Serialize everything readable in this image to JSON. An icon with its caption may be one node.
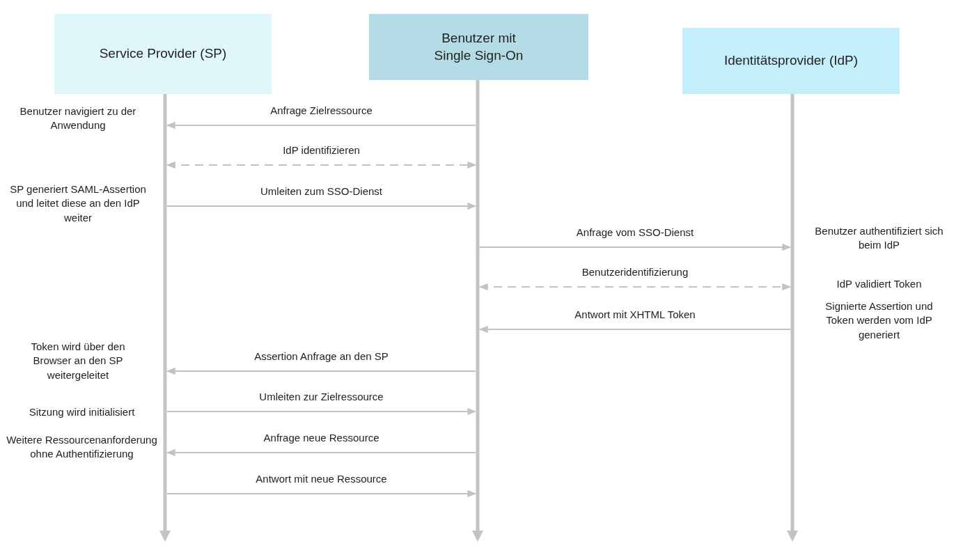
{
  "diagram": {
    "nodes": [
      {
        "text": [
          "Service Provider (SP)"
        ]
      },
      {
        "text": [
          "Benutzer mit Single Sign-On"
        ]
      },
      {
        "text": [
          "Identitätsprovider (IdP)"
        ]
      }
    ],
    "edges": [
      {
        "from": 1,
        "to": 0,
        "arrow": "to",
        "label": "Anfrage Zielressource"
      },
      {
        "from": 0,
        "to": 1,
        "arrow": "both",
        "label": "IdP identifizieren",
        "style": "dashed"
      },
      {
        "from": 0,
        "to": 1,
        "arrow": "to",
        "label": "Umleiten zum SSO-Dienst"
      },
      {
        "from": 1,
        "to": 2,
        "arrow": "to",
        "label": "Anfrage vom SSO-Dienst"
      },
      {
        "from": 1,
        "to": 2,
        "arrow": "both",
        "label": "Benutzeridentifizierung",
        "style": "dashed"
      },
      {
        "from": 2,
        "to": 1,
        "arrow": "to",
        "label": "Antwort mit XHTML Token"
      },
      {
        "from": 1,
        "to": 0,
        "arrow": "to",
        "label": "Assertion Anfrage an den SP"
      },
      {
        "from": 0,
        "to": 1,
        "arrow": "to",
        "label": "Umleiten zur Zielressource"
      },
      {
        "from": 1,
        "to": 0,
        "arrow": "to",
        "label": "Anfrage neue Ressource"
      },
      {
        "from": 0,
        "to": 1,
        "arrow": "to",
        "label": "Antwort mit neue Ressource"
      }
    ],
    "labels": [
      "Benutzer navigiert zu der Anwendung",
      "SP generiert SAML-Assertion und leitet diese an den IdP weiter",
      "Benutzer authentifiziert sich beim IdP",
      "IdP validiert Token",
      "Signierte Assertion und Token werden vom IdP generiert",
      "Token wird über den Browser an den SP weitergeleitet",
      "Sitzung wird initialisiert",
      "Weitere Ressourcenanforderung ohne Authentifizierung"
    ]
  }
}
